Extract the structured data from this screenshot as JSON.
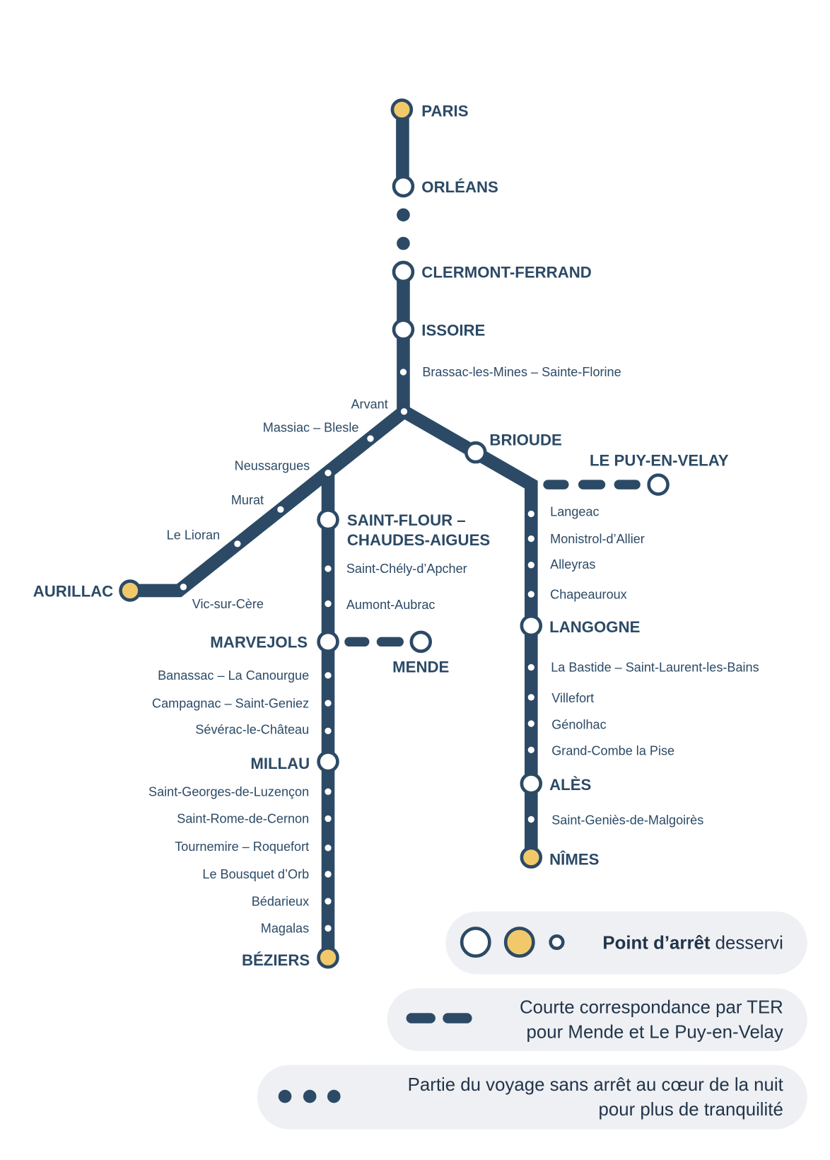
{
  "colors": {
    "line": "#2c4a66",
    "terminus": "#f2c96a",
    "text": "#2c4a66",
    "legend_bg": "#eef0f3",
    "legend_text": "#22344a"
  },
  "stations": {
    "paris": "PARIS",
    "orleans": "ORLÉANS",
    "clermont_ferrand": "CLERMONT-FERRAND",
    "issoire": "ISSOIRE",
    "brioude": "BRIOUDE",
    "le_puy_en_velay": "LE PUY-EN-VELAY",
    "saint_flour_chaudes_aigues": [
      "SAINT-FLOUR –",
      "CHAUDES-AIGUES"
    ],
    "aurillac": "AURILLAC",
    "marvejols": "MARVEJOLS",
    "mende": "MENDE",
    "millau": "MILLAU",
    "beziers": "BÉZIERS",
    "langogne": "LANGOGNE",
    "ales": "ALÈS",
    "nimes": "NÎMES"
  },
  "stops": {
    "brassac": "Brassac-les-Mines – Sainte-Florine",
    "arvant": "Arvant",
    "massiac": "Massiac – Blesle",
    "neussargues": "Neussargues",
    "murat": "Murat",
    "le_lioran": "Le Lioran",
    "vic_sur_cere": "Vic-sur-Cère",
    "saint_chely": "Saint-Chély-d’Apcher",
    "aumont": "Aumont-Aubrac",
    "banassac": "Banassac – La Canourgue",
    "campagnac": "Campagnac – Saint-Geniez",
    "severac": "Sévérac-le-Château",
    "saint_georges": "Saint-Georges-de-Luzençon",
    "saint_rome": "Saint-Rome-de-Cernon",
    "tournemire": "Tournemire – Roquefort",
    "bousquet": "Le Bousquet d’Orb",
    "bedarieux": "Bédarieux",
    "magalas": "Magalas",
    "langeac": "Langeac",
    "monistrol": "Monistrol-d’Allier",
    "alleyras": "Alleyras",
    "chapeauroux": "Chapeauroux",
    "la_bastide": "La Bastide – Saint-Laurent-les-Bains",
    "villefort": "Villefort",
    "genolhac": "Génolhac",
    "grand_combe": "Grand-Combe la Pise",
    "saint_genies": "Saint-Geniès-de-Malgoirès"
  },
  "legend": {
    "stop": {
      "bold": "Point d’arrêt",
      "rest": " desservi"
    },
    "connection": [
      "Courte correspondance par TER",
      "pour Mende et Le Puy-en-Velay"
    ],
    "night": [
      "Partie du voyage sans arrêt au cœur de la nuit",
      "pour plus de tranquilité"
    ]
  }
}
